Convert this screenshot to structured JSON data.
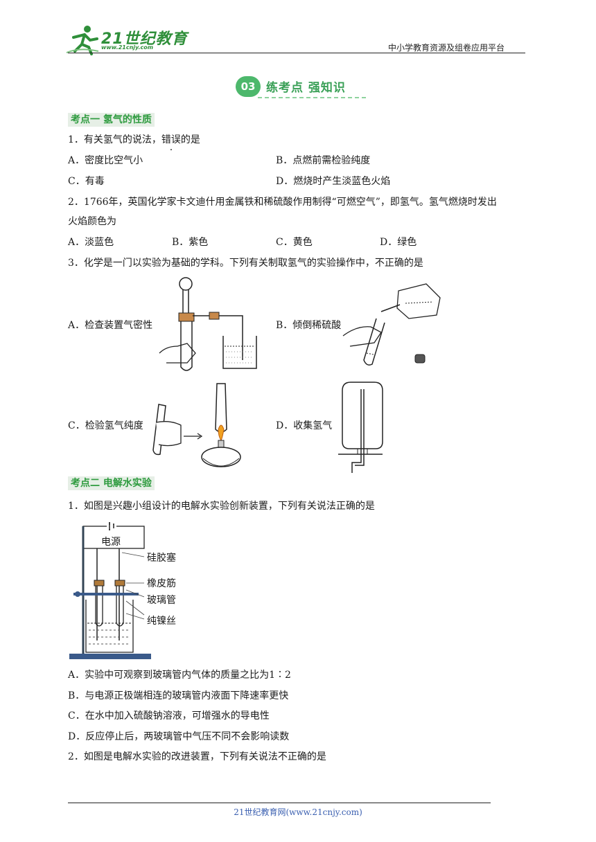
{
  "header": {
    "logo_text": "21世纪教育",
    "logo_url": "www.21cnjy.com",
    "platform": "中小学教育资源及组卷应用平台"
  },
  "banner": {
    "number": "03",
    "title": "练考点 强知识"
  },
  "sections": [
    {
      "title": "考点一  氢气的性质",
      "questions": [
        {
          "stem_before": "1．有关氢气的说法，",
          "stem_emph": "错误",
          "stem_after": "的是",
          "options": [
            "A．密度比空气小",
            "B．点燃前需检验纯度",
            "C．有毒",
            "D．燃烧时产生淡蓝色火焰"
          ]
        },
        {
          "stem_line1": "2．1766年，英国化学家卡文迪什用金属铁和稀硫酸作用制得“可燃空气”，即氢气。氢气燃烧时发出",
          "stem_line2": "火焰颜色为",
          "options": [
            "A．淡蓝色",
            "B．紫色",
            "C．黄色",
            "D．绿色"
          ]
        },
        {
          "stem": "3．化学是一门以实验为基础的学科。下列有关制取氢气的实验操作中，不正确的是",
          "options": [
            "A．检查装置气密性",
            "B．倾倒稀硫酸",
            "C．检验氢气纯度",
            "D．收集氢气"
          ]
        }
      ]
    },
    {
      "title": "考点二  电解水实验",
      "questions": [
        {
          "stem": "1．如图是兴趣小组设计的电解水实验创新装置，下列有关说法正确的是",
          "diagram_labels": [
            "电源",
            "硅胶塞",
            "橡皮筋",
            "玻璃管",
            "纯镍丝"
          ],
          "options": [
            "A．实验中可观察到玻璃管内气体的质量之比为1∶2",
            "B．与电源正极端相连的玻璃管内液面下降速率更快",
            "C．在水中加入硫酸钠溶液，可增强水的导电性",
            "D．反应停止后，两玻璃管中气压不同不会影响读数"
          ]
        },
        {
          "stem": "2．如图是电解水实验的改进装置，下列有关说法不正确的是"
        }
      ]
    }
  ],
  "footer": "21世纪教育网(www.21cnjy.com)",
  "colors": {
    "section_green": "#2e9b3f",
    "section_bg": "#e6efe6",
    "banner_green": "#4db86c",
    "footer_blue": "#3a5fb0"
  }
}
